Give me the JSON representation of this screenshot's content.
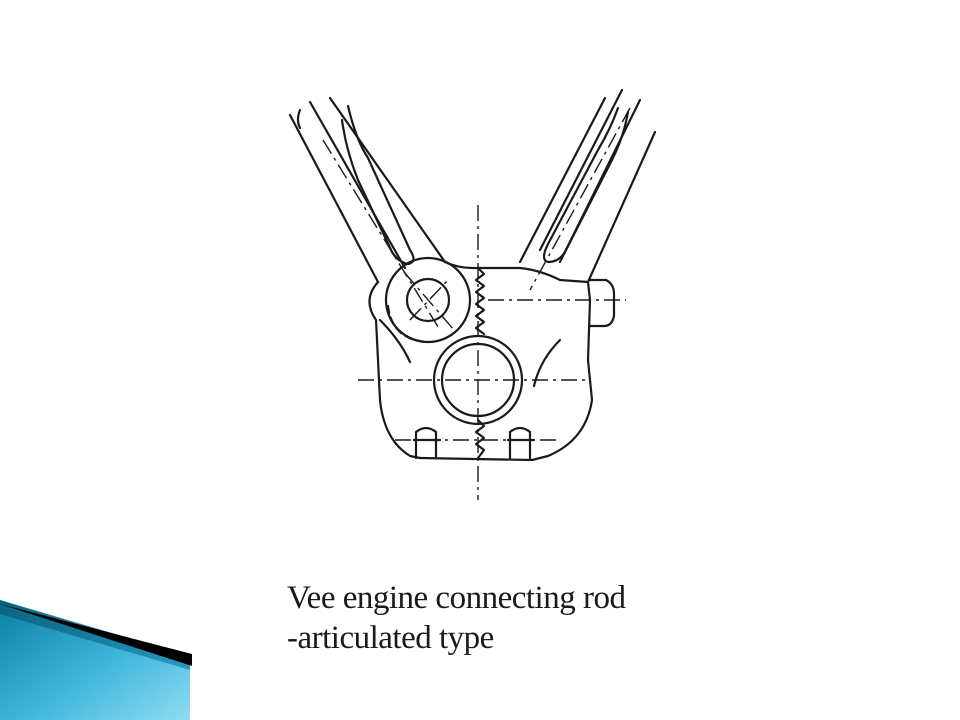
{
  "caption": {
    "line1": "Vee engine connecting rod",
    "line2": "-articulated type"
  },
  "colors": {
    "ink": "#1a1a1a",
    "accent_light": "#6fd0ec",
    "accent_dark": "#0a6f8e",
    "arrow_black": "#000000"
  },
  "icons": {
    "decor": "blue-arrow-corner-decoration"
  }
}
